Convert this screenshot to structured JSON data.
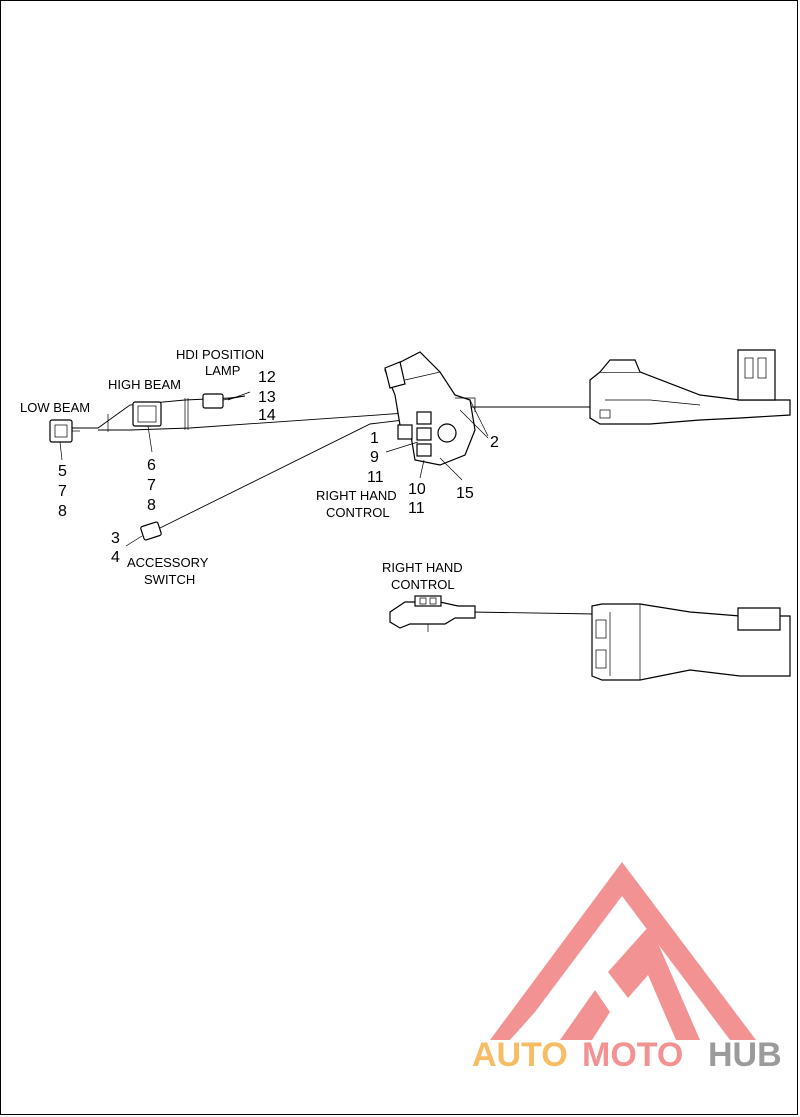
{
  "labels": {
    "low_beam": "LOW BEAM",
    "high_beam": "HIGH BEAM",
    "hdi_position_lamp_line1": "HDI POSITION",
    "hdi_position_lamp_line2": "LAMP",
    "accessory_switch_line1": "ACCESSORY",
    "accessory_switch_line2": "SWITCH",
    "right_hand_control_top_line1": "RIGHT HAND",
    "right_hand_control_top_line2": "CONTROL",
    "right_hand_control_bottom_line1": "RIGHT HAND",
    "right_hand_control_bottom_line2": "CONTROL"
  },
  "callouts": {
    "low_beam": [
      "5",
      "7",
      "8"
    ],
    "high_beam": [
      "6",
      "7",
      "8"
    ],
    "hdi_position_lamp": [
      "12",
      "13",
      "14"
    ],
    "accessory_switch": [
      "3",
      "4"
    ],
    "control_left": [
      "1",
      "9",
      "11"
    ],
    "control_bottom": [
      "10",
      "11"
    ],
    "control_right_2": "2",
    "control_right_15": "15"
  },
  "watermark": {
    "part1": "AUTO",
    "part2": "MOTO",
    "part3": "HUB",
    "color_auto": "#f7b24a",
    "color_moto": "#f08080",
    "color_hub": "#8a8a8a"
  }
}
